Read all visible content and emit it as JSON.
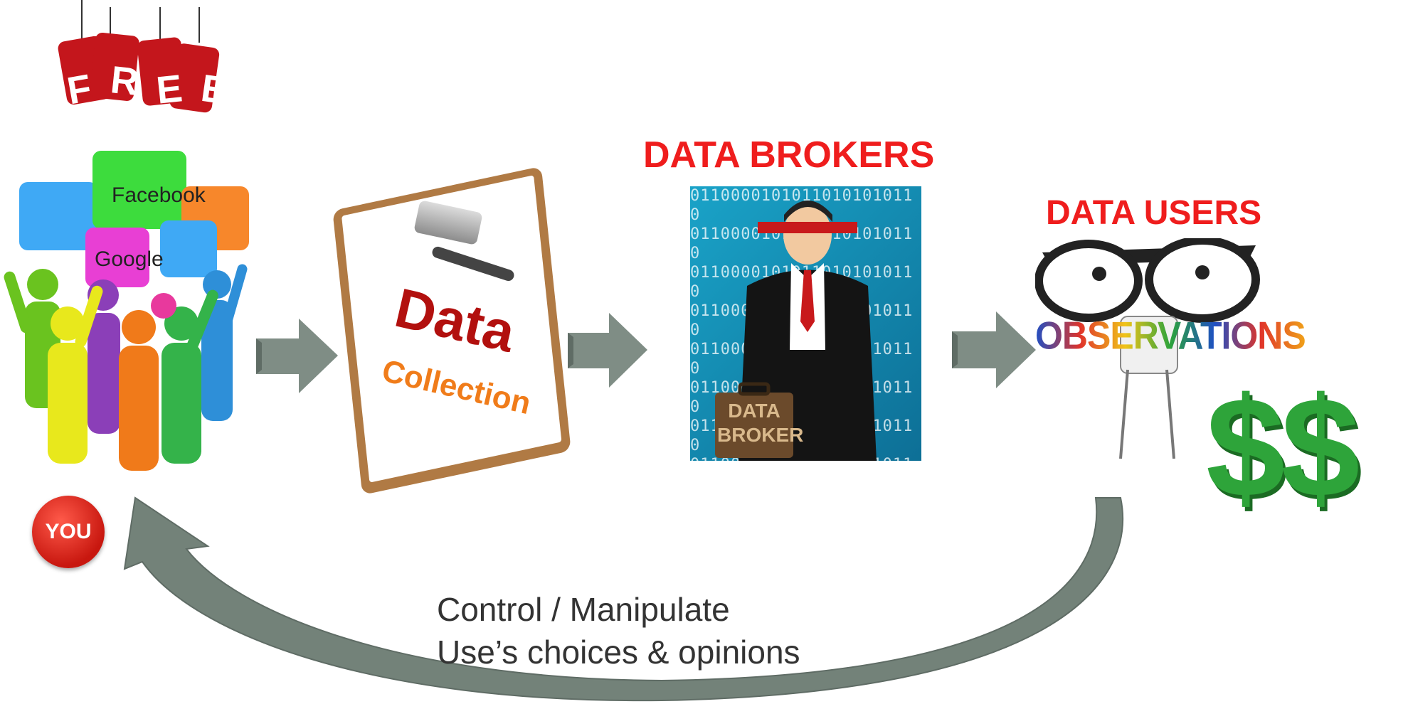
{
  "free_tag": {
    "letters": [
      "F",
      "R",
      "E",
      "E"
    ],
    "color": "#c4161c"
  },
  "people_group": {
    "bubble_labels": {
      "facebook": "Facebook",
      "google": "Google"
    }
  },
  "you_badge": {
    "label": "YOU",
    "color": "#d9231b"
  },
  "clipboard": {
    "title": "Data",
    "subtitle": "Collection",
    "title_color": "#b2100e",
    "subtitle_color": "#f07c1a"
  },
  "brokers": {
    "heading": "DATA BROKERS",
    "briefcase_label_line1": "DATA",
    "briefcase_label_line2": "BROKER",
    "binary_pattern": "01100001010110101010110"
  },
  "users": {
    "heading": "DATA USERS",
    "word": "OBSERVATIONS",
    "dollar_signs": "$$"
  },
  "feedback_caption": {
    "line1": "Control / Manipulate",
    "line2": "Use’s choices & opinions"
  },
  "colors": {
    "heading": "#ef1d1d",
    "arrow": "#7f8d85",
    "dollar": "#2ea43a"
  }
}
